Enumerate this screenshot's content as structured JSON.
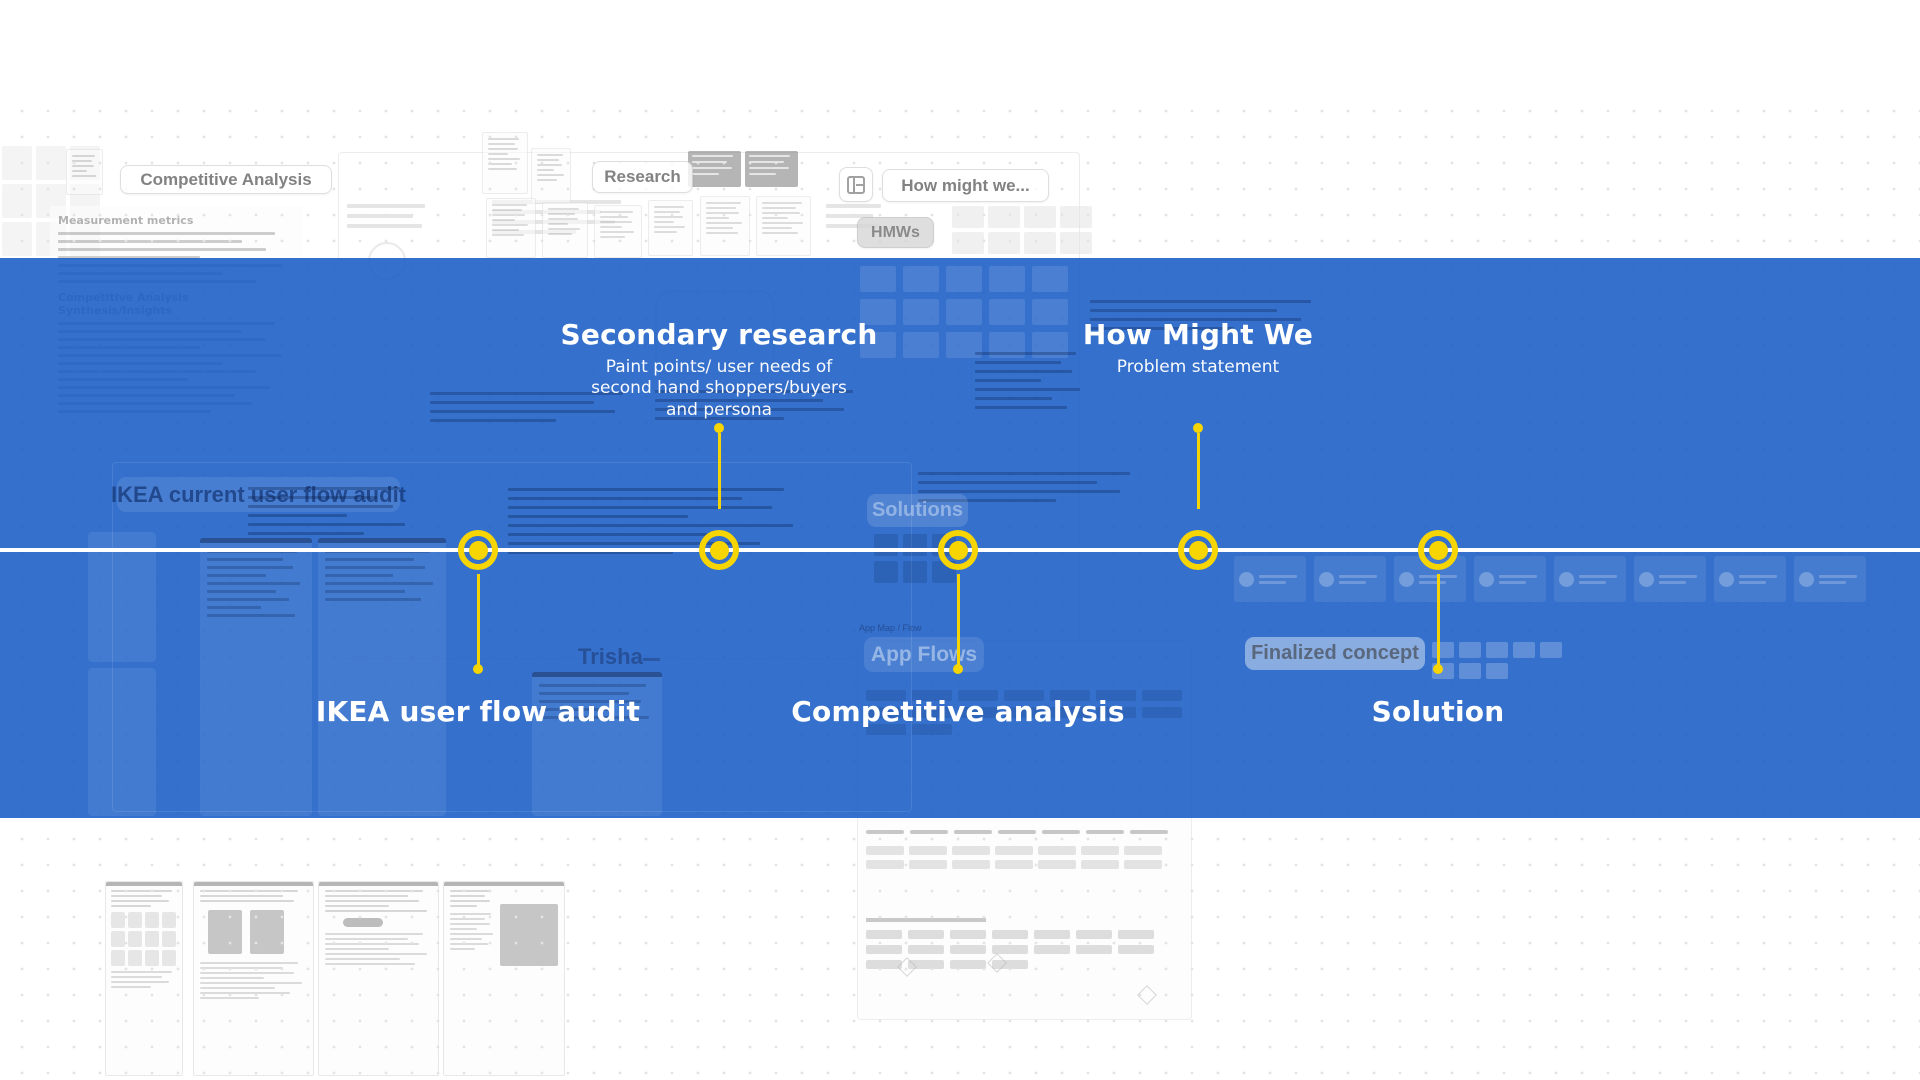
{
  "canvas_labels": {
    "competitive_analysis": "Competitive Analysis",
    "research": "Research",
    "how_might_we": "How might we...",
    "hmws": "HMWs",
    "ikea_current_user_flow_audit": "IKEA current user flow audit",
    "solutions": "Solutions",
    "trisha": "Trisha",
    "app_map_flow": "App Map / Flow",
    "app_flows": "App Flows",
    "finalized_concept": "Finalized concept",
    "measurement_metrics": "Measurement metrics",
    "synthesis_insights": "Competitive Analysis Synthesis/Insights"
  },
  "timeline": {
    "milestones": [
      {
        "title": "IKEA user flow audit",
        "subtitle": "",
        "position": "below"
      },
      {
        "title": "Secondary research",
        "subtitle": "Paint points/ user needs of second hand shoppers/buyers and persona",
        "position": "above"
      },
      {
        "title": "Competitive analysis",
        "subtitle": "",
        "position": "below"
      },
      {
        "title": "How Might We",
        "subtitle": "Problem statement",
        "position": "above"
      },
      {
        "title": "Solution",
        "subtitle": "",
        "position": "below"
      }
    ]
  },
  "colors": {
    "band_blue": "#3470cc",
    "accent_yellow": "#f6d502",
    "timeline_white": "#ffffff"
  }
}
